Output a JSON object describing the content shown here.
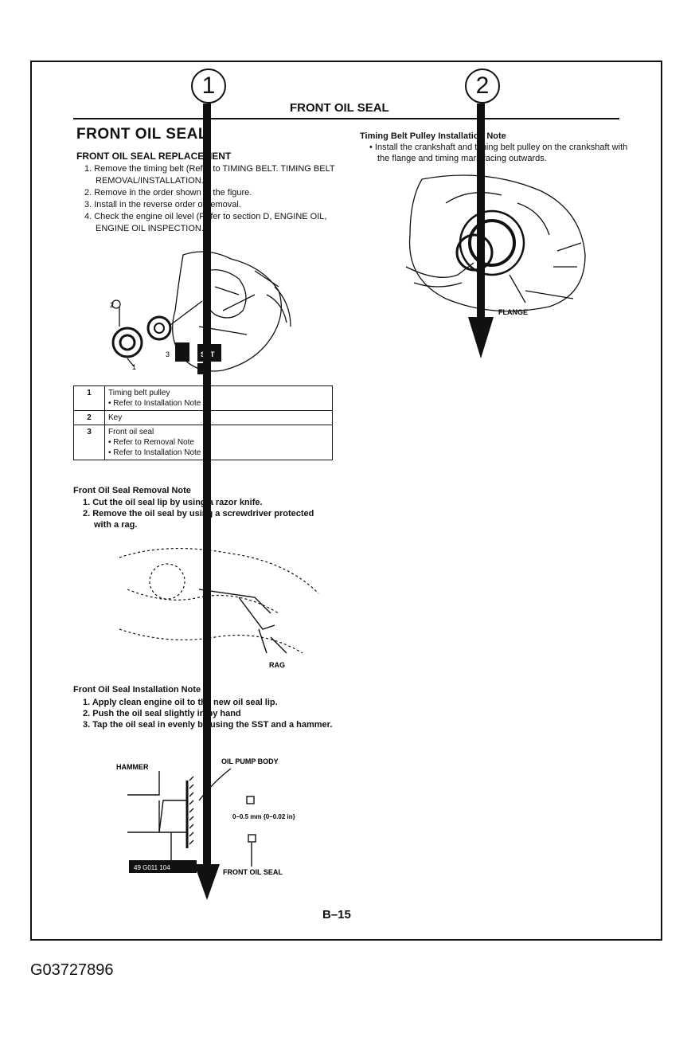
{
  "header": {
    "title": "FRONT OIL SEAL"
  },
  "left": {
    "title": "FRONT OIL SEAL",
    "subtitle": "FRONT OIL SEAL REPLACEMENT",
    "steps": [
      "1. Remove the timing belt (Refer to TIMING BELT. TIMING BELT REMOVAL/INSTALLATION.)",
      "2. Remove in the order shown in the figure.",
      "3. Install in the reverse order of removal.",
      "4. Check the engine oil level (Refer to section D, ENGINE OIL, ENGINE OIL INSPECTION.)"
    ],
    "parts_table": [
      {
        "num": "1",
        "name": "Timing belt pulley",
        "notes": [
          "Refer to Installation Note"
        ]
      },
      {
        "num": "2",
        "name": "Key",
        "notes": []
      },
      {
        "num": "3",
        "name": "Front oil seal",
        "notes": [
          "Refer to Removal Note",
          "Refer to Installation Note"
        ]
      }
    ],
    "figure1_marks": [
      "2",
      "3",
      "1",
      "SST"
    ],
    "removal": {
      "title": "Front Oil Seal Removal Note",
      "steps": [
        "1. Cut the oil seal lip by using a razor knife.",
        "2. Remove the oil seal by using a screwdriver protected with a rag."
      ],
      "figure_label": "RAG"
    },
    "installation": {
      "title": "Front Oil Seal Installation Note",
      "steps": [
        "1. Apply clean engine oil to the new oil seal lip.",
        "2. Push the oil seal slightly in by hand",
        "3. Tap the oil seal in evenly by using the SST and a hammer."
      ],
      "figure_labels": {
        "hammer": "HAMMER",
        "pump_body": "OIL PUMP BODY",
        "clearance": "0–0.5 mm {0–0.02 in}",
        "seal": "FRONT OIL SEAL",
        "sst": "49 G011 104"
      }
    }
  },
  "right": {
    "note_title": "Timing Belt Pulley Installation Note",
    "note_text": "• Install the crankshaft and timing belt pulley on the crankshaft with the flange and timing mark facing outwards.",
    "figure_label": "FLANGE"
  },
  "callouts": [
    "1",
    "2"
  ],
  "page_number": "B–15",
  "footer_code": "G03727896"
}
